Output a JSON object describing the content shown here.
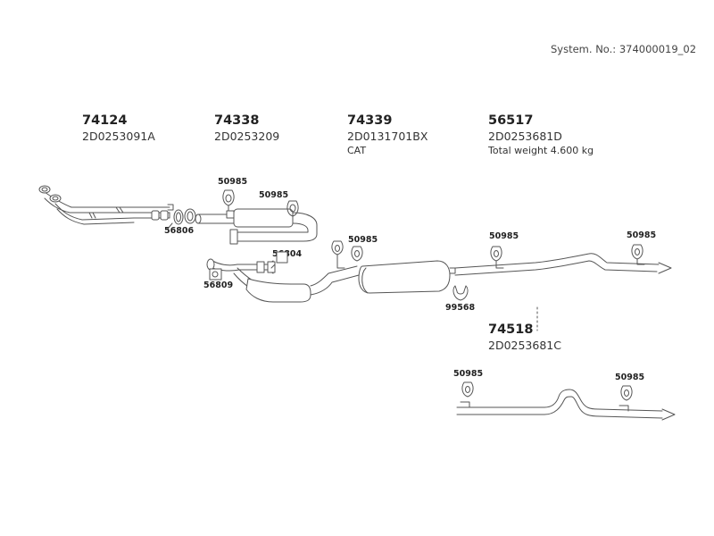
{
  "system_no": "System. No.: 374000019_02",
  "parts": [
    {
      "number": "74124",
      "code": "2D0253091A",
      "note": ""
    },
    {
      "number": "74338",
      "code": "2D0253209",
      "note": ""
    },
    {
      "number": "74339",
      "code": "2D0131701BX",
      "note": "CAT"
    },
    {
      "number": "56517",
      "code": "2D0253681D",
      "note": "Total weight 4.600 kg"
    },
    {
      "number": "74518",
      "code": "2D0253681C",
      "note": ""
    }
  ],
  "labels": {
    "gasket_56806": "56806",
    "gasket_56804": "56804",
    "gasket_56809": "56809",
    "clamp_99568": "99568",
    "hanger": "50985"
  }
}
